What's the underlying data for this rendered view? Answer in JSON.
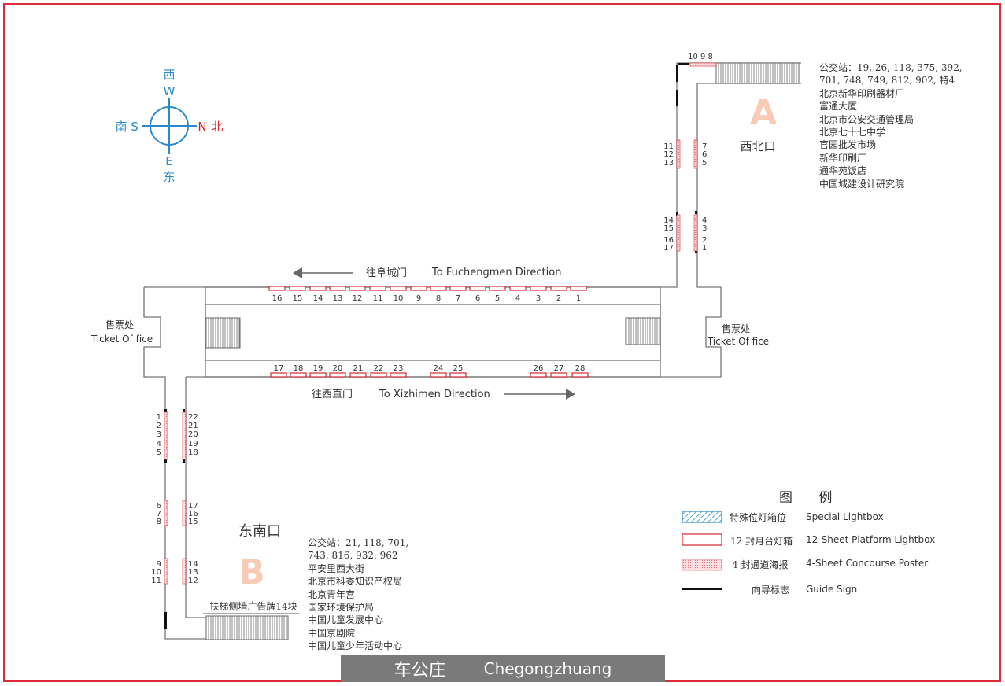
{
  "compass": {
    "west_zh": "西",
    "west_en": "W",
    "south_zh": "南",
    "south_en": "S",
    "north_en": "N",
    "north_zh": "北",
    "east_en": "E",
    "east_zh": "东"
  },
  "exit_a": {
    "letter": "A",
    "name": "西北口",
    "info": [
      "公交站：19, 26, 118, 375, 392,",
      "701, 748, 749, 812, 902, 特4",
      "北京新华印刷器材厂",
      "富通大厦",
      "北京市公安交通管理局",
      "北京七十七中学",
      "官园批发市场",
      "新华印刷厂",
      "通华苑饭店",
      "中国城建设计研究院"
    ]
  },
  "exit_b": {
    "letter": "B",
    "name": "东南口",
    "info": [
      "公交站：21, 118, 701,",
      "743, 816, 932, 962",
      "平安里西大街",
      "北京市科委知识产权局",
      "北京青年宫",
      "国家环境保护局",
      "中国儿童发展中心",
      "中国京剧院",
      "中国儿童少年活动中心"
    ]
  },
  "ticket_left": {
    "zh": "售票处",
    "en": "Ticket Of fice"
  },
  "ticket_right": {
    "zh": "售票处",
    "en": "Ticket Of fice"
  },
  "direction_top": {
    "zh": "往阜城门",
    "en": "To Fuchengmen Direction"
  },
  "direction_bottom": {
    "zh": "往西直门",
    "en": "To Xizhimen Direction"
  },
  "escalator_note": "扶梯侧墙广告牌14块",
  "platform_top_numbers": [
    "16",
    "15",
    "14",
    "13",
    "12",
    "11",
    "10",
    "9",
    "8",
    "7",
    "6",
    "5",
    "4",
    "3",
    "2",
    "1"
  ],
  "platform_bottom_numbers": [
    "17",
    "18",
    "19",
    "20",
    "21",
    "22",
    "23",
    "24",
    "25",
    "26",
    "27",
    "28"
  ],
  "corridor_a_left": [
    "11",
    "12",
    "13",
    "14",
    "15",
    "16",
    "17"
  ],
  "corridor_a_right": [
    "7",
    "6",
    "5",
    "4",
    "3",
    "2",
    "1"
  ],
  "corridor_a_top": "10 9 8",
  "corridor_b_left": [
    "1",
    "2",
    "3",
    "4",
    "5",
    "6",
    "7",
    "8",
    "9",
    "10",
    "11"
  ],
  "corridor_b_right": [
    "22",
    "21",
    "20",
    "19",
    "18",
    "17",
    "16",
    "15",
    "14",
    "13",
    "12"
  ],
  "legend": {
    "title": "图 例",
    "items": [
      {
        "zh": "特殊位灯箱位",
        "en": "Special Lightbox",
        "color": "#2a8ac8"
      },
      {
        "zh": "12 封月台灯箱",
        "en": "12-Sheet Platform Lightbox",
        "color": "#d8262e"
      },
      {
        "zh": "4 封通道海报",
        "en": "4-Sheet  Concourse Poster",
        "color": "#e88a95"
      },
      {
        "zh": "向导标志",
        "en": "Guide Sign",
        "color": "#111111"
      }
    ]
  },
  "station": {
    "zh": "车公庄",
    "en": "Chegongzhuang"
  }
}
